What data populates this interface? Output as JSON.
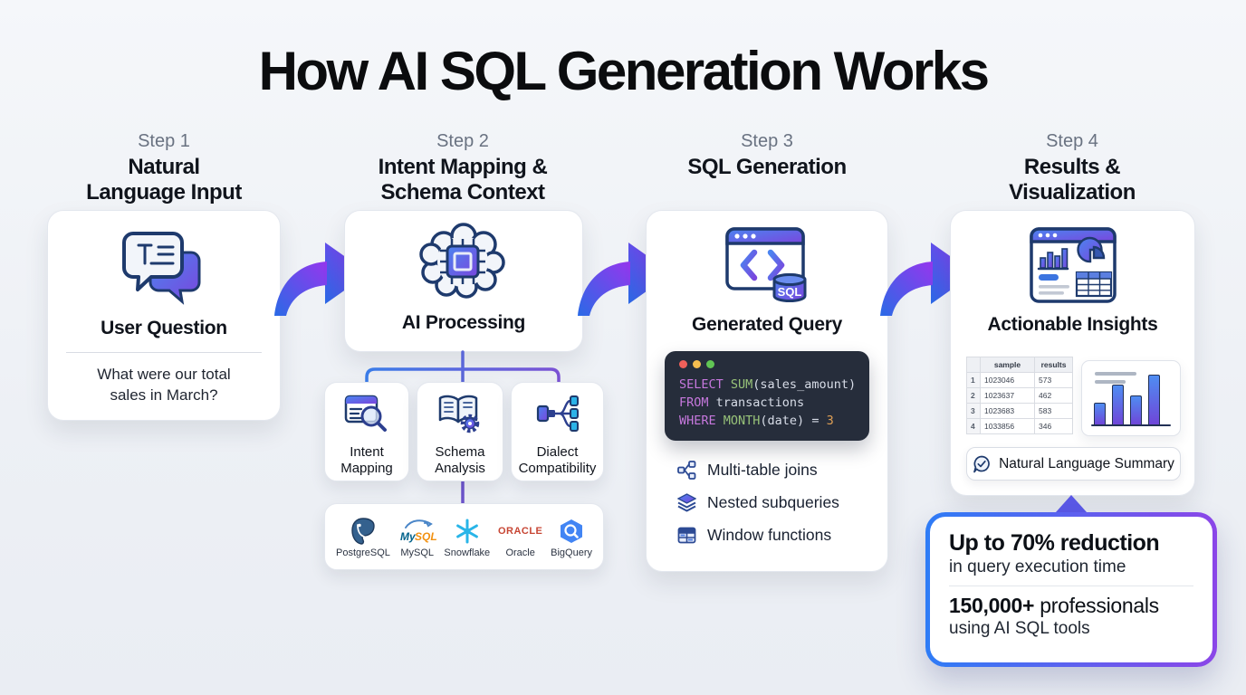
{
  "title": "How AI SQL Generation Works",
  "steps": {
    "s1": {
      "label": "Step 1",
      "line1": "Natural",
      "line2": "Language Input"
    },
    "s2": {
      "label": "Step 2",
      "line1": "Intent Mapping &",
      "line2": "Schema Context"
    },
    "s3": {
      "label": "Step 3",
      "line1": "SQL Generation",
      "line2": ""
    },
    "s4": {
      "label": "Step 4",
      "line1": "Results &",
      "line2": "Visualization"
    }
  },
  "card1": {
    "title": "User Question",
    "question_line1": "What were our total",
    "question_line2": "sales in March?"
  },
  "card2": {
    "title": "AI Processing",
    "subcards": [
      {
        "line1": "Intent",
        "line2": "Mapping"
      },
      {
        "line1": "Schema",
        "line2": "Analysis"
      },
      {
        "line1": "Dialect",
        "line2": "Compatibility"
      }
    ],
    "databases": [
      "PostgreSQL",
      "MySQL",
      "Snowflake",
      "Oracle",
      "BigQuery"
    ],
    "logo_text": {
      "oracle": "ORACLE",
      "mysql_my": "My",
      "mysql_sql": "SQL"
    }
  },
  "card3": {
    "title": "Generated Query",
    "sql_badge": "SQL",
    "code": {
      "l1_kw": "SELECT ",
      "l1_fn": "SUM",
      "l1_pl": "(sales_amount)",
      "l2_kw": "FROM",
      "l2_pl": " transactions",
      "l3_kw": "WHERE ",
      "l3_fn": "MONTH",
      "l3_pl": "(date) = ",
      "l3_num": "3"
    },
    "features": [
      "Multi-table joins",
      "Nested subqueries",
      "Window functions"
    ]
  },
  "card4": {
    "title": "Actionable Insights",
    "table": {
      "headers": [
        "",
        "sample",
        "results"
      ],
      "rows": [
        [
          "1",
          "1023046",
          "573"
        ],
        [
          "2",
          "1023637",
          "462"
        ],
        [
          "3",
          "1023683",
          "583"
        ],
        [
          "4",
          "1033856",
          "346"
        ]
      ]
    },
    "summary_label": "Natural Language Summary"
  },
  "callout": {
    "stat1_bold": "Up to 70% reduction",
    "stat1_rest": "in query execution time",
    "stat2_bold": "150,000+",
    "stat2_rest": " professionals",
    "stat2_line2": "using AI SQL tools"
  },
  "colors": {
    "accent_blue": "#2e6fe8",
    "accent_purple": "#8b3fe8",
    "icon_navy": "#1e3a6d",
    "code_bg": "#262d3b"
  }
}
